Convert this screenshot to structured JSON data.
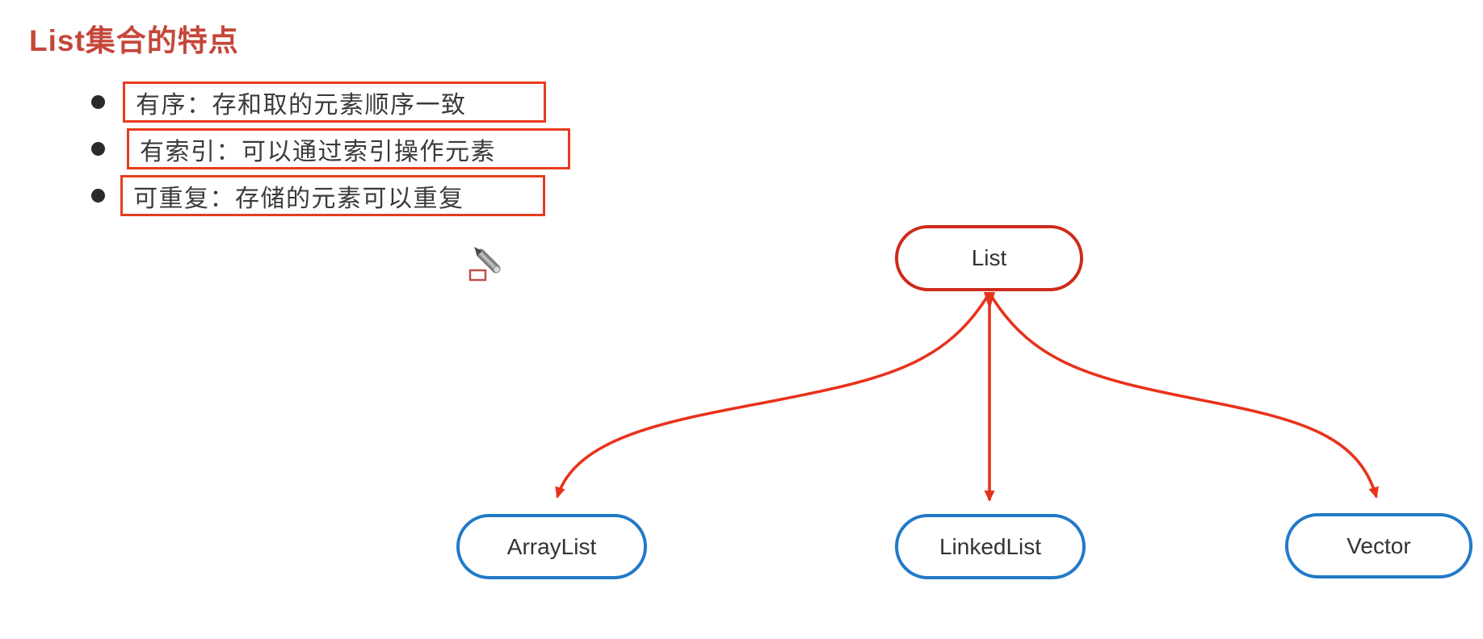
{
  "page": {
    "background_color": "#ffffff"
  },
  "title": {
    "text": "List集合的特点",
    "color": "#c4473a"
  },
  "bullets": {
    "box_border_color": "#e73c1e",
    "text_color": "#3b3b3b",
    "bullet_color": "#2b2b2b",
    "items": [
      {
        "label": "有序：存和取的元素顺序一致"
      },
      {
        "label": "有索引：可以通过索引操作元素"
      },
      {
        "label": "可重复：存储的元素可以重复"
      }
    ]
  },
  "cursor": {
    "icon": "pencil-icon",
    "accent_color": "#c0504a"
  },
  "diagram": {
    "arrow_color": "#e8321c",
    "root": {
      "label": "List",
      "border_color": "#ce2a1c"
    },
    "children": [
      {
        "label": "ArrayList",
        "border_color": "#2279c8"
      },
      {
        "label": "LinkedList",
        "border_color": "#2279c8"
      },
      {
        "label": "Vector",
        "border_color": "#2279c8"
      }
    ],
    "edges": [
      {
        "from": "List",
        "to": "ArrayList"
      },
      {
        "from": "List",
        "to": "LinkedList"
      },
      {
        "from": "List",
        "to": "Vector"
      }
    ]
  }
}
